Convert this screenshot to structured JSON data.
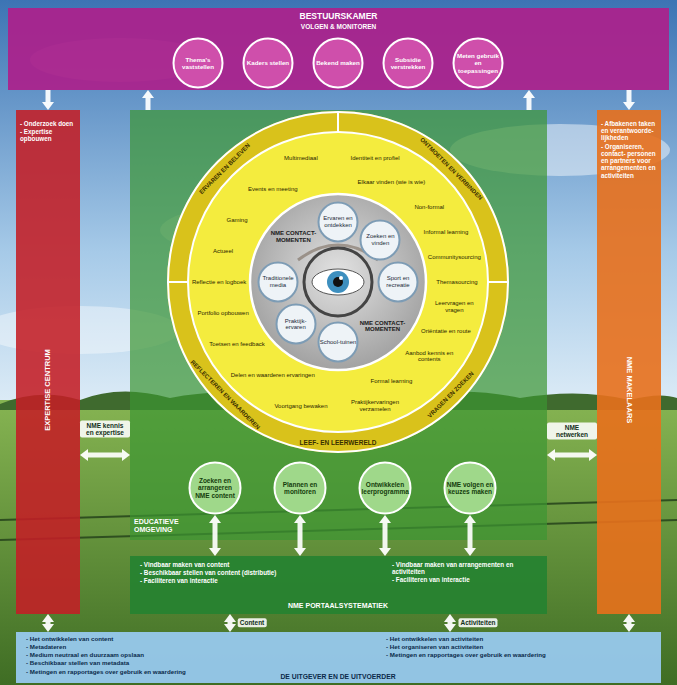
{
  "diagram": {
    "nodes": [
      {
        "text": [
          "BESTUURSKAMER",
          "VOLGEN & MONITOREN"
        ]
      },
      {
        "text": [
          "Thema's vaststellen"
        ],
        "in": 0
      },
      {
        "text": [
          "Kaders stellen"
        ],
        "in": 0
      },
      {
        "text": [
          "Bekend maken"
        ],
        "in": 0
      },
      {
        "text": [
          "Subsidie verstrekken"
        ],
        "in": 0
      },
      {
        "text": [
          "Meten gebruik en toepassingen"
        ],
        "in": 0
      },
      {
        "text": [
          "EXPERTISE CENTRUM",
          "- Onderzoek doen",
          "- Expertise opbouwen"
        ]
      },
      {
        "text": [
          "EDUCATIEVE OMGEVING"
        ]
      },
      {
        "text": [
          "LEEF- EN LEERWERELD"
        ],
        "in": 7
      },
      {
        "text": [
          "Ervaren en ontdekken"
        ],
        "in": 8
      },
      {
        "text": [
          "Zoeken en vinden"
        ],
        "in": 8
      },
      {
        "text": [
          "Sport en recreatie"
        ],
        "in": 8
      },
      {
        "text": [
          "School-tuinen"
        ],
        "in": 8
      },
      {
        "text": [
          "Praktijk-ervaren"
        ],
        "in": 8
      },
      {
        "text": [
          "Traditionele media"
        ],
        "in": 8
      },
      {
        "text": [
          "Zoeken en arrangeren NME content"
        ],
        "in": 7
      },
      {
        "text": [
          "Plannen en monitoren"
        ],
        "in": 7
      },
      {
        "text": [
          "Ontwikkelen leerprogramma"
        ],
        "in": 7
      },
      {
        "text": [
          "NME volgen en keuzes maken"
        ],
        "in": 7
      },
      {
        "text": [
          "NME MAKELAARS",
          "- Afbakenen taken en verantwoorde- lijkheden",
          "- Organiseren, contact- personen en partners voor arrangementen en activiteiten"
        ]
      },
      {
        "text": [
          "NME PORTAALSYSTEMATIEK",
          "- Vindbaar maken van content",
          "- Beschikbaar stellen van content (distributie)",
          "- Faciliteren van interactie",
          "- Vindbaar maken van arrangementen en activiteiten",
          "- Faciliteren van interactie"
        ]
      },
      {
        "text": [
          "DE UITGEVER EN DE UITVOERDER",
          "- Het ontwikkelen van content",
          "- Metadateren",
          "- Medium neutraal en duurzaam opslaan",
          "- Beschikbaar stellen van metadata",
          "- Metingen en rapportages over gebruik en waardering",
          "- Het ontwikkelen van activiteiten",
          "- Het organiseren van activiteiten",
          "- Metingen en rapportages over gebruik en waardering"
        ]
      }
    ],
    "edges": [
      {
        "from": 0,
        "to": 6,
        "arrow": "to"
      },
      {
        "from": 7,
        "to": 0,
        "arrow": "to"
      },
      {
        "from": 7,
        "to": 0,
        "arrow": "to"
      },
      {
        "from": 0,
        "to": 19,
        "arrow": "to"
      },
      {
        "from": 6,
        "to": 7,
        "arrow": "both",
        "label": "NME kennis en expertise"
      },
      {
        "from": 19,
        "to": 7,
        "arrow": "both",
        "label": "NME netwerken"
      },
      {
        "from": 15,
        "to": 20,
        "arrow": "both"
      },
      {
        "from": 16,
        "to": 20,
        "arrow": "both"
      },
      {
        "from": 17,
        "to": 20,
        "arrow": "both"
      },
      {
        "from": 18,
        "to": 20,
        "arrow": "both"
      },
      {
        "from": 20,
        "to": 21,
        "arrow": "both",
        "label": "Content"
      },
      {
        "from": 20,
        "to": 21,
        "arrow": "both",
        "label": "Activiteiten"
      },
      {
        "from": 6,
        "to": 21,
        "arrow": "both"
      },
      {
        "from": 19,
        "to": 21,
        "arrow": "both"
      }
    ],
    "labels": [
      "ERVAREN EN BELEVEN",
      "ONTMOETEN EN VERBINDEN",
      "VRAGEN EN ZOEKEN",
      "REFLECTEREN EN WAARDEREN",
      "Multimediaal",
      "Events en meeting",
      "Gaming",
      "Actueel",
      "Reflectie en logboek",
      "Portfolio opbouwen",
      "Toetsen en feedback",
      "Delen en waarderen ervaringen",
      "Voortgang bewaken",
      "Identiteit en profiel",
      "Elkaar vinden (wie is wie)",
      "Non-formal",
      "Informal learning",
      "Communitysourcing",
      "Themasourcing",
      "Leervragen en vragen",
      "Oriëntatie en route",
      "Aanbod kennis en contents",
      "Formal learning",
      "Praktijkervaringen verzamelen",
      "NME CONTACT- MOMENTEN",
      "NME CONTACT- MOMENTEN"
    ]
  }
}
